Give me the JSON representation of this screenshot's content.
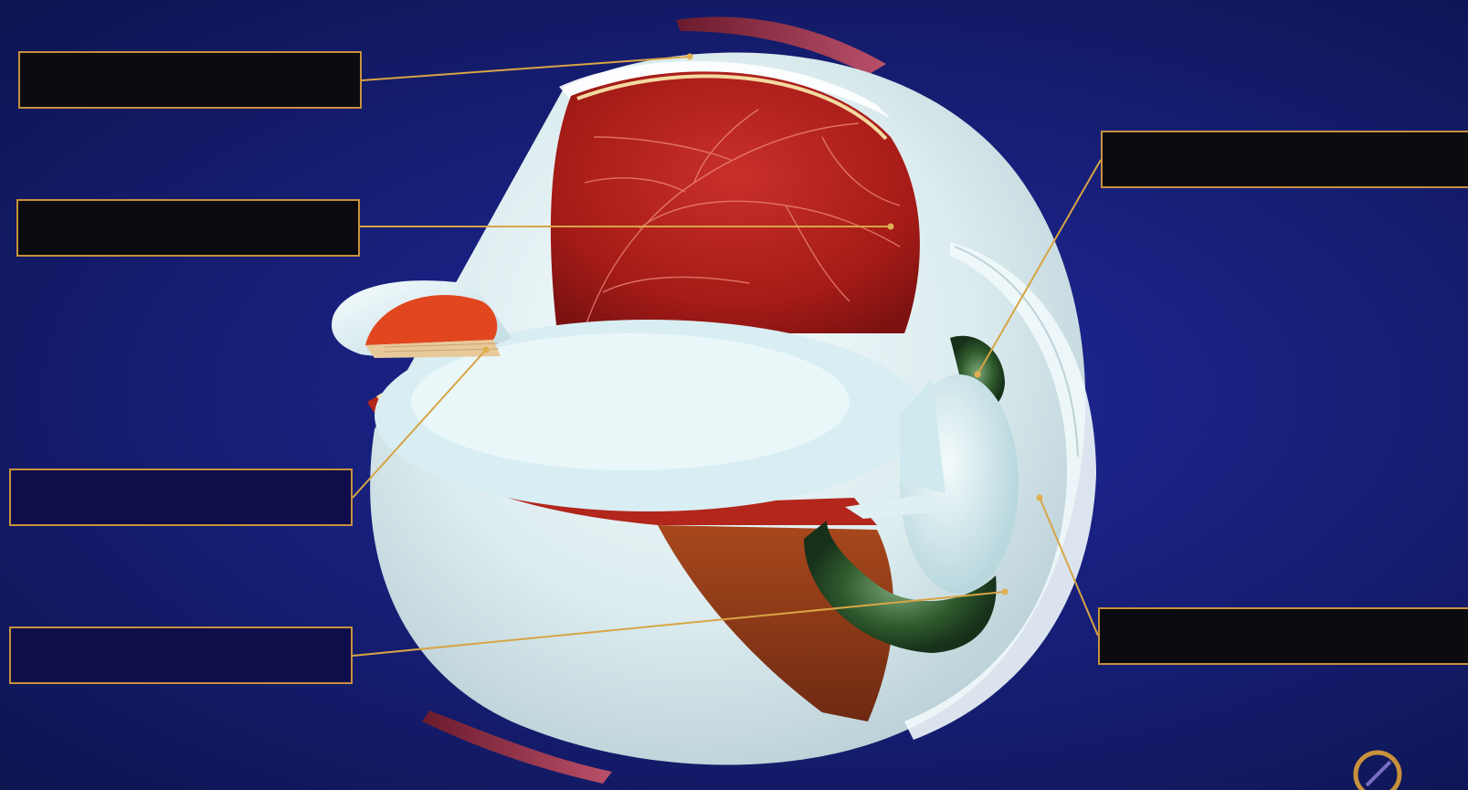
{
  "diagram": {
    "labels": [
      {
        "id": "top-left-1",
        "text": ""
      },
      {
        "id": "top-left-2",
        "text": ""
      },
      {
        "id": "bottom-left-1",
        "text": ""
      },
      {
        "id": "bottom-left-2",
        "text": ""
      },
      {
        "id": "top-right",
        "text": ""
      },
      {
        "id": "bottom-right",
        "text": ""
      }
    ]
  },
  "colors": {
    "background": "#18207e",
    "label_border": "#c8913c",
    "leader_line": "#d7a545",
    "retina": "#b3201a",
    "sclera": "#e6f3f5",
    "ciliary_body": "#2f5a2c",
    "lens": "#d9eef0"
  },
  "icons": {
    "corner_logo": "magnifier-logo-icon"
  }
}
